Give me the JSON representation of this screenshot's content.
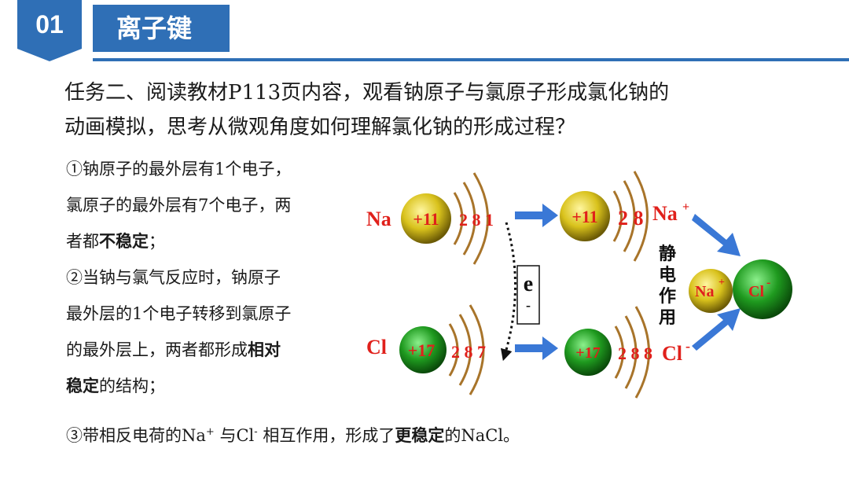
{
  "header": {
    "number": "01",
    "title": "离子键"
  },
  "task": {
    "line1": "任务二、阅读教材P113页内容，观看钠原子与氯原子形成氯化钠的",
    "line2": "动画模拟，思考从微观角度如何理解氯化钠的形成过程？"
  },
  "points": {
    "p1_line1": "①钠原子的最外层有1个电子，",
    "p1_line2": "氯原子的最外层有7个电子，两",
    "p1_line3a": "者都",
    "p1_line3b": "不稳定",
    "p1_line3c": "；",
    "p2_line1": "②当钠与氯气反应时，钠原子",
    "p2_line2": "最外层的1个电子转移到氯原子",
    "p2_line3a": "的最外层上，两者都形成",
    "p2_line3b": "相对",
    "p2_line4a": "稳定",
    "p2_line4b": "的结构；"
  },
  "final": {
    "a": "③带相反电荷的Na",
    "sup1": "+",
    "b": " 与Cl",
    "sup2": "-",
    "c": " 相互作用，形成了",
    "d": "更稳定",
    "e": "的NaCl。"
  },
  "diagram": {
    "na_label": "Na",
    "na_nucleus": "+11",
    "na_shells": "2 8 1",
    "cl_label": "Cl",
    "cl_nucleus": "+17",
    "cl_shells": "2 8 7",
    "electron": "e",
    "electron_sign": "-",
    "na_ion_nucleus": "+11",
    "na_ion_shells": "2 8",
    "na_ion_label": "Na",
    "na_ion_charge": "+",
    "cl_ion_nucleus": "+17",
    "cl_ion_shells": "2 8 8",
    "cl_ion_label": "Cl",
    "cl_ion_charge": "-",
    "static_chars": [
      "静",
      "电",
      "作",
      "用"
    ],
    "nacl_na": "Na",
    "nacl_na_charge": "+",
    "nacl_cl": "Cl",
    "nacl_cl_charge": "-"
  },
  "colors": {
    "blue": "#2f6fb6",
    "red": "#e0201b",
    "arrow": "#3a78d6",
    "shell": "#a8742a"
  }
}
